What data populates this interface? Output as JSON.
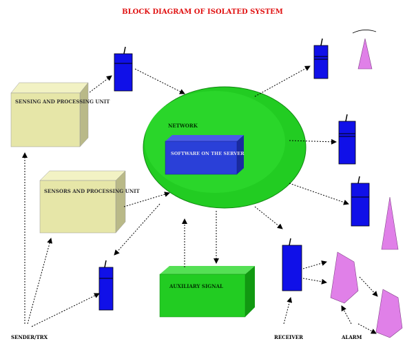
{
  "title": "BLOCK DIAGRAM OF ISOLATED SYSTEM",
  "nodes": {
    "sensing_unit_top": "SENSING AND PROCESSING UNIT",
    "sensing_unit_mid": "SENSORS AND PROCESSING UNIT",
    "network_label": "NETWORK",
    "server_label": "SOFTWARE ON THE SERVER",
    "auxiliary": "AUXILIARY SIGNAL",
    "transmitter": "SENDER/TRX",
    "receiver": "RECEIVER",
    "alarm": "ALARM"
  },
  "colors": {
    "title": "#e01010",
    "cube": "#e6e6a8",
    "cloud": "#22cc22",
    "server": "#2a40d8",
    "device": "#1010e8",
    "alarm": "#e080e8",
    "aux": "#22cc22"
  }
}
